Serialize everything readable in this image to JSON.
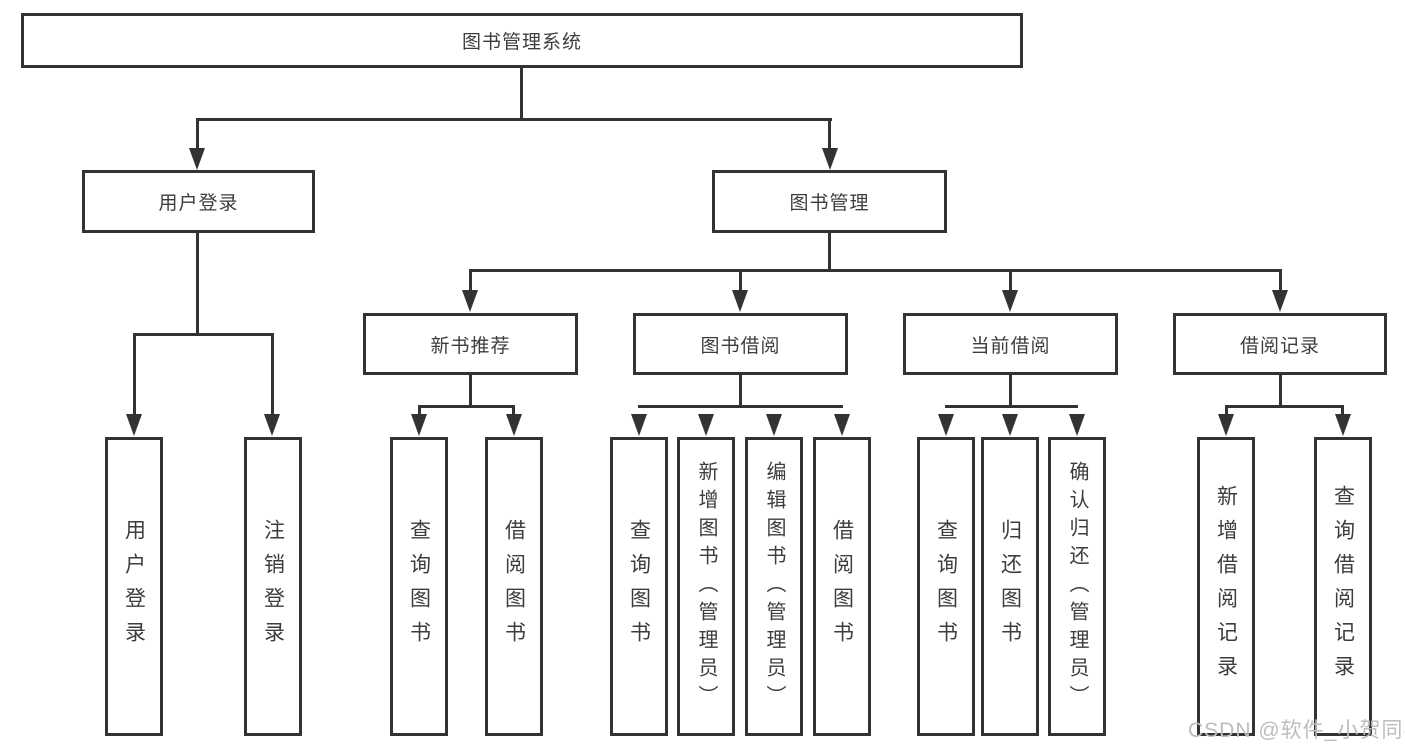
{
  "diagram": {
    "title": "图书管理系统",
    "nodes": {
      "root": "图书管理系统",
      "level2": [
        "用户登录",
        "图书管理"
      ],
      "level3": [
        "新书推荐",
        "图书借阅",
        "当前借阅",
        "借阅记录"
      ],
      "leaves": {
        "login": [
          "用户登录",
          "注销登录"
        ],
        "recommend": [
          "查询图书",
          "借阅图书"
        ],
        "borrow": [
          "查询图书",
          "新增图书（管理员）",
          "编辑图书（管理员）",
          "借阅图书"
        ],
        "current": [
          "查询图书",
          "归还图书",
          "确认归还（管理员）"
        ],
        "records": [
          "新增借阅记录",
          "查询借阅记录"
        ]
      }
    },
    "colors": {
      "line": "#333333",
      "text": "#3d3d3d",
      "background": "#ffffff",
      "watermark": "#bfbcbc"
    }
  },
  "watermark": "CSDN @软件_小贺同学"
}
